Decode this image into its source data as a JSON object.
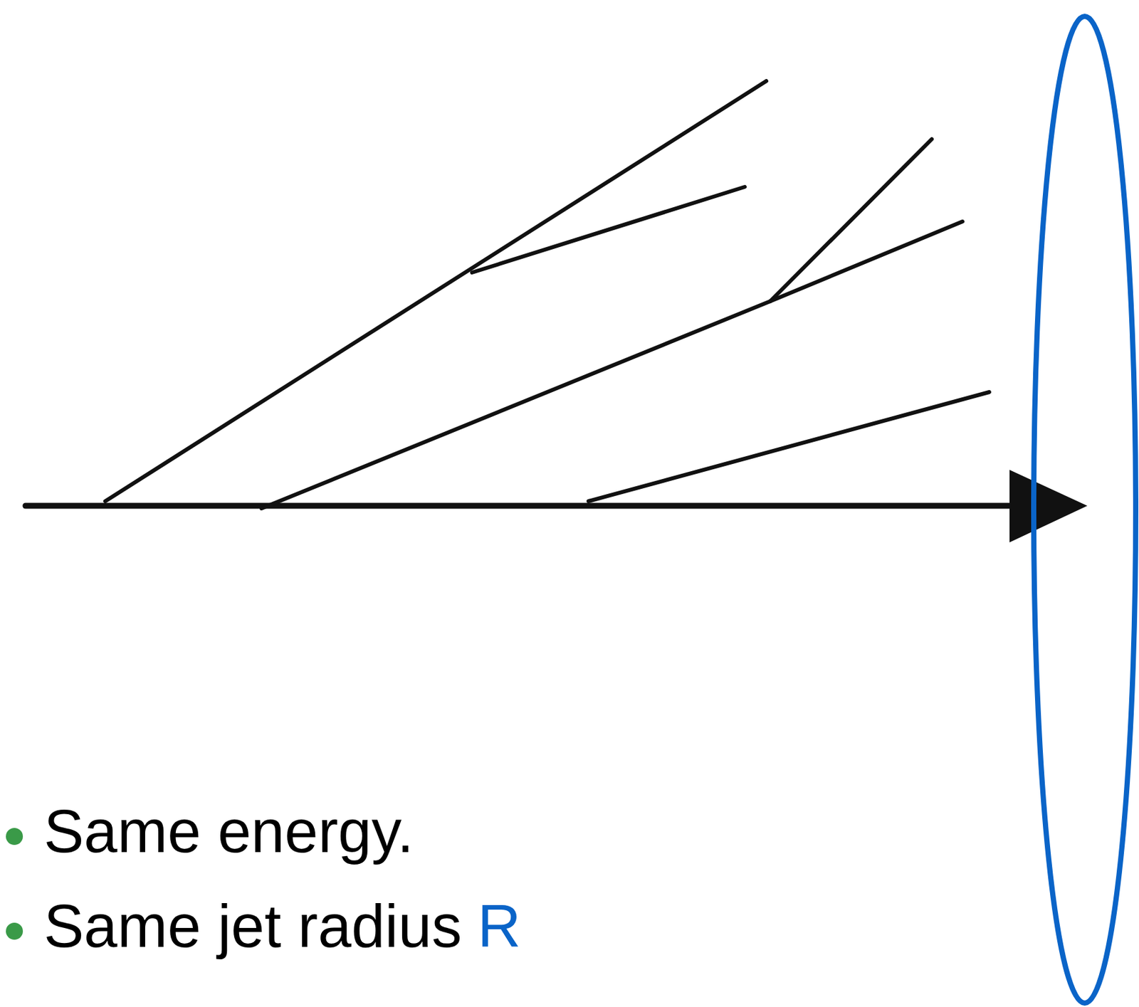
{
  "diagram": {
    "labels": [
      "Same energy.",
      "Same jet radius",
      "R"
    ]
  }
}
